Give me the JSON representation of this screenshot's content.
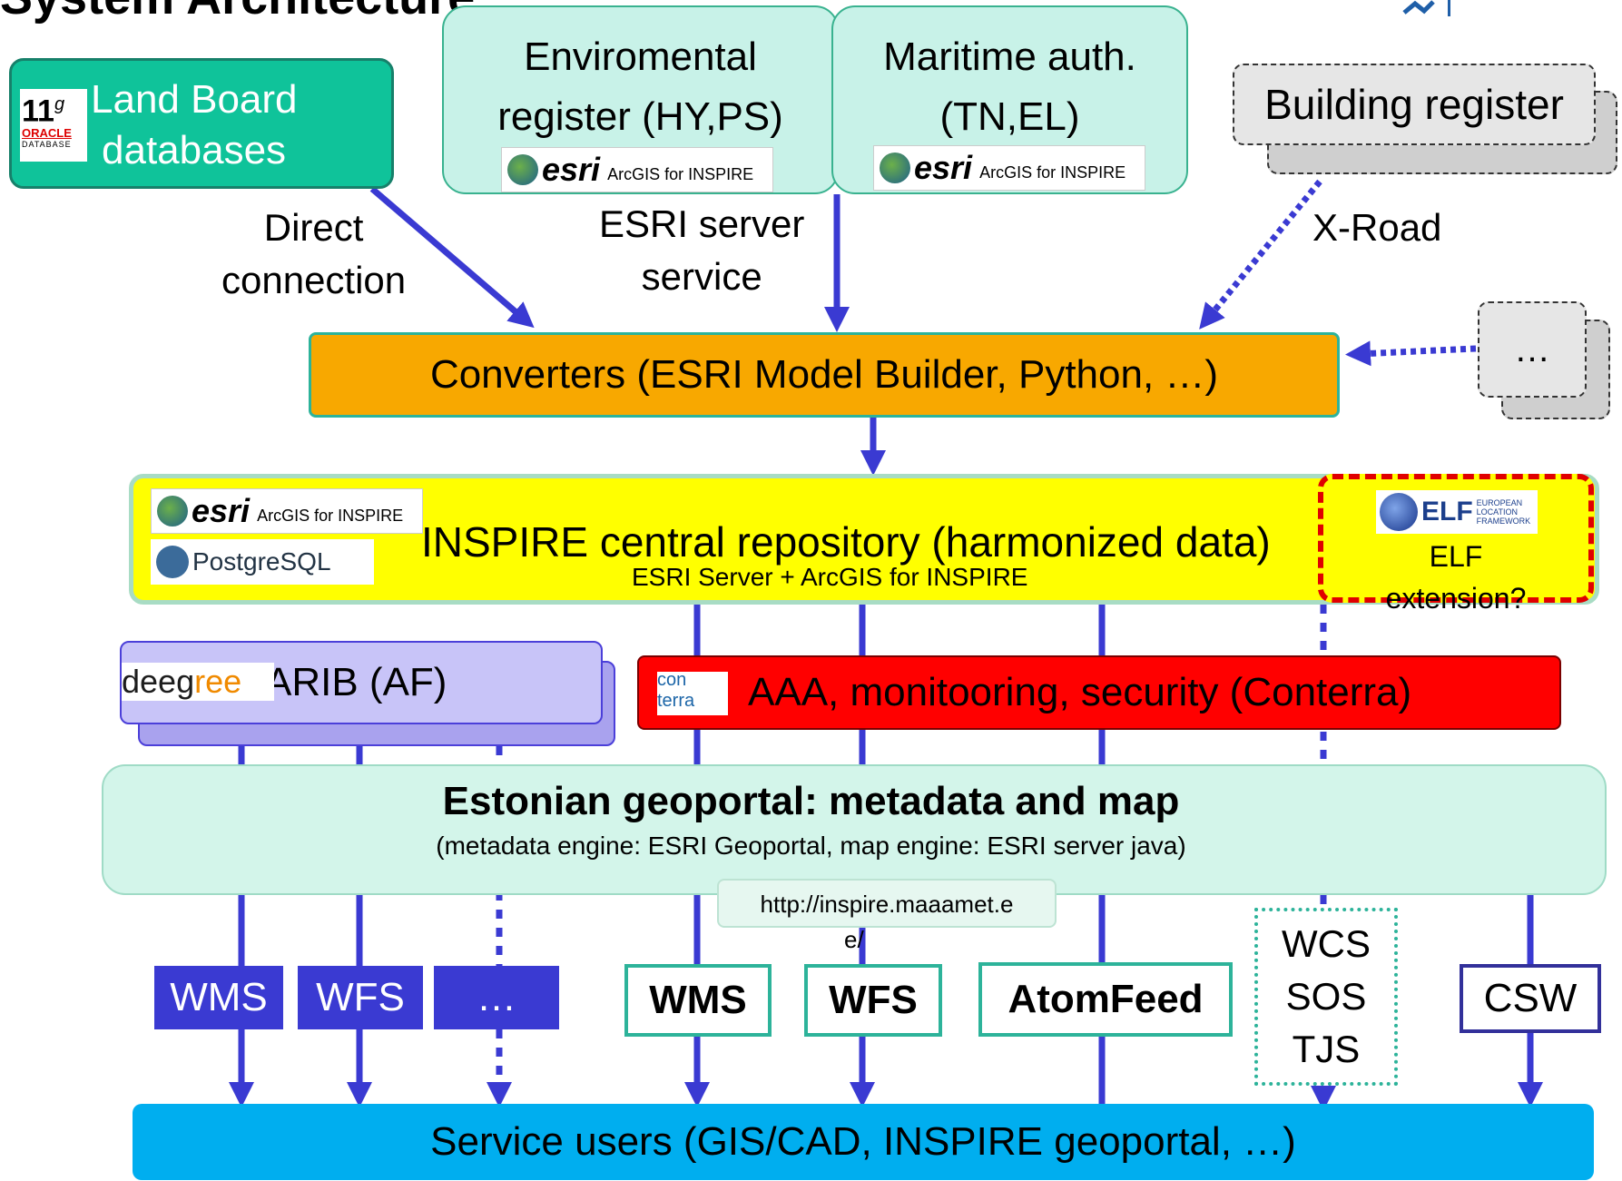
{
  "title": "System Architecture",
  "sources": {
    "land_board": {
      "label_line1": "Land Board",
      "label_line2": "databases",
      "badge_version": "11",
      "badge_sup": "g",
      "badge_vendor": "ORACLE",
      "badge_product": "DATABASE"
    },
    "environmental": {
      "line1": "Enviromental",
      "line2": "register (HY,PS)"
    },
    "maritime": {
      "line1": "Maritime auth.",
      "line2": "(TN,EL)"
    },
    "building": {
      "label": "Building register"
    },
    "other": {
      "label": "…"
    }
  },
  "esri_badge": {
    "word": "esri",
    "sub": "ArcGIS for INSPIRE"
  },
  "connections": {
    "direct_line1": "Direct",
    "direct_line2": "connection",
    "esri_line1": "ESRI server",
    "esri_line2": "service",
    "xroad": "X-Road"
  },
  "converters": {
    "label": "Converters (ESRI Model Builder, Python, …)"
  },
  "repository": {
    "title": "INSPIRE central repository (harmonized data)",
    "subtitle": "ESRI Server + ArcGIS for INSPIRE",
    "postgres": "PostgreSQL"
  },
  "elf": {
    "logo_word": "ELF",
    "logo_small1": "EUROPEAN",
    "logo_small2": "LOCATION",
    "logo_small3": "FRAMEWORK",
    "line1": "ELF",
    "line2": "extension?"
  },
  "arib": {
    "label": "ARIB (AF)",
    "logo_a": "deeg",
    "logo_b": "ree"
  },
  "aaa": {
    "label": "AAA, monitooring, security (Conterra)",
    "logo": "con terra"
  },
  "geoportal": {
    "title": "Estonian geoportal: metadata and map",
    "subtitle": "(metadata engine: ESRI Geoportal, map engine: ESRI server java)",
    "url_line1": "http://inspire.maaamet.e",
    "url_line2": "e/"
  },
  "services": {
    "arib_wms": "WMS",
    "arib_wfs": "WFS",
    "arib_more": "…",
    "wms": "WMS",
    "wfs": "WFS",
    "atom": "AtomFeed",
    "wcs": "WCS",
    "sos": "SOS",
    "tjs": "TJS",
    "csw": "CSW"
  },
  "users": {
    "label": "Service users (GIS/CAD, INSPIRE geoportal, …)"
  },
  "colors": {
    "arrow": "#3a3ad2",
    "source_green": "#0fc39a",
    "converter_orange": "#f8a800",
    "repository_yellow": "#ffff00",
    "aaa_red": "#ff0000",
    "users_blue": "#00aeef",
    "teal_border": "#2db39a"
  }
}
